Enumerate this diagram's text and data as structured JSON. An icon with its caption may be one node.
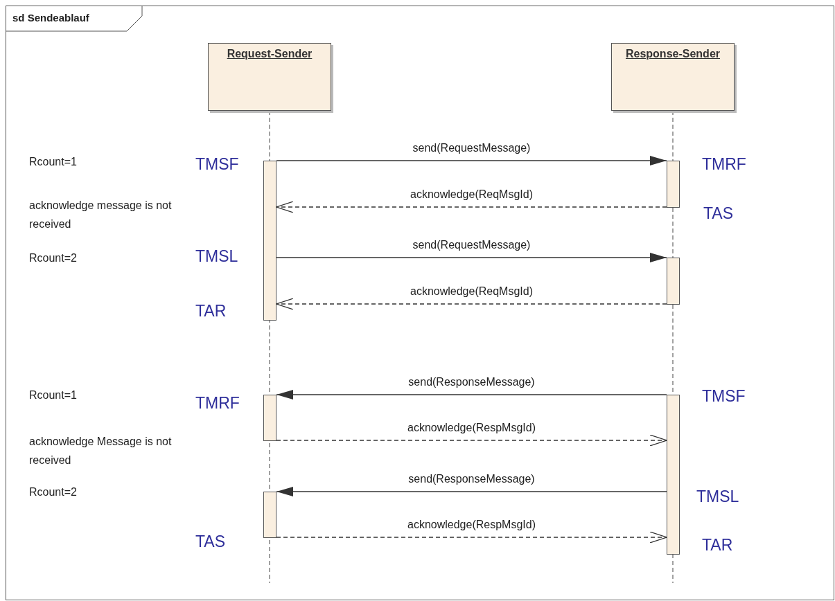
{
  "diagram": {
    "title": "sd Sendeablauf",
    "nodes": [
      {
        "text": [
          "Request-Sender"
        ]
      },
      {
        "text": [
          "Response-Sender"
        ]
      },
      {
        "text": [],
        "shape": "bar"
      },
      {
        "text": [],
        "shape": "bar"
      },
      {
        "text": [],
        "shape": "bar"
      },
      {
        "text": [],
        "shape": "bar"
      },
      {
        "text": [],
        "shape": "bar"
      },
      {
        "text": [],
        "shape": "bar"
      }
    ],
    "edges": [
      {
        "from": 2,
        "to": 3,
        "arrow": "to",
        "label": "send(RequestMessage)"
      },
      {
        "from": 3,
        "to": 2,
        "arrow": "to",
        "label": "acknowledge(ReqMsgId)",
        "style": "dashed"
      },
      {
        "from": 2,
        "to": 4,
        "arrow": "to",
        "label": "send(RequestMessage)"
      },
      {
        "from": 4,
        "to": 2,
        "arrow": "to",
        "label": "acknowledge(ReqMsgId)",
        "style": "dashed"
      },
      {
        "from": 6,
        "to": 5,
        "arrow": "to",
        "label": "send(ResponseMessage)"
      },
      {
        "from": 5,
        "to": 6,
        "arrow": "to",
        "label": "acknowledge(RespMsgId)",
        "style": "dashed"
      },
      {
        "from": 6,
        "to": 7,
        "arrow": "to",
        "label": "send(ResponseMessage)"
      },
      {
        "from": 7,
        "to": 6,
        "arrow": "to",
        "label": "acknowledge(RespMsgId)",
        "style": "dashed"
      }
    ],
    "labels": [
      "Rcount=1",
      "TMSF",
      "TMRF",
      "acknowledge message is not received",
      "TAS",
      "Rcount=2",
      "TMSL",
      "TAR",
      "Rcount=1",
      "TMRF",
      "TMSF",
      "acknowledge Message is not received",
      "Rcount=2",
      "TMSL",
      "TAS",
      "TAR"
    ]
  }
}
